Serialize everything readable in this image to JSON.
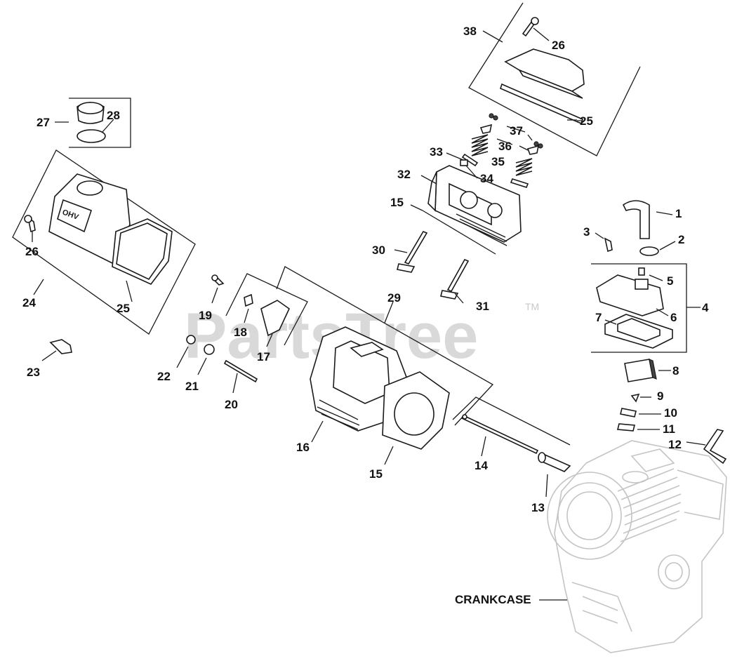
{
  "diagram": {
    "watermark": "PartsTree",
    "trademark": "TM",
    "crankcase_label": "CRANKCASE",
    "callouts": {
      "c1": "1",
      "c2": "2",
      "c3": "3",
      "c4": "4",
      "c5": "5",
      "c6": "6",
      "c7": "7",
      "c8": "8",
      "c9": "9",
      "c10": "10",
      "c11": "11",
      "c12": "12",
      "c13": "13",
      "c14": "14",
      "c15a": "15",
      "c15b": "15",
      "c16": "16",
      "c17": "17",
      "c18": "18",
      "c19": "19",
      "c20": "20",
      "c21": "21",
      "c22": "22",
      "c23": "23",
      "c24": "24",
      "c25a": "25",
      "c25b": "25",
      "c26a": "26",
      "c26b": "26",
      "c27": "27",
      "c28": "28",
      "c29": "29",
      "c30": "30",
      "c31": "31",
      "c32": "32",
      "c33": "33",
      "c34": "34",
      "c35": "35",
      "c36": "36",
      "c37": "37",
      "c38": "38"
    }
  }
}
